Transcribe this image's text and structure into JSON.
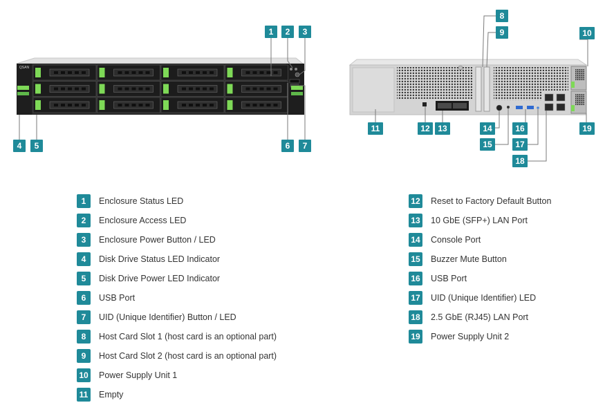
{
  "colors": {
    "badge": "#1f8a99",
    "chassis": "#2b2b2b",
    "drive_led": "#7ed957",
    "rear_body": "#d4d4d4",
    "leader": "#7a7a7a"
  },
  "front_panel": {
    "brand_logo": "QSAN"
  },
  "callouts": [
    {
      "n": "1"
    },
    {
      "n": "2"
    },
    {
      "n": "3"
    },
    {
      "n": "4"
    },
    {
      "n": "5"
    },
    {
      "n": "6"
    },
    {
      "n": "7"
    },
    {
      "n": "8"
    },
    {
      "n": "9"
    },
    {
      "n": "10"
    },
    {
      "n": "11"
    },
    {
      "n": "12"
    },
    {
      "n": "13"
    },
    {
      "n": "14"
    },
    {
      "n": "15"
    },
    {
      "n": "16"
    },
    {
      "n": "17"
    },
    {
      "n": "18"
    },
    {
      "n": "19"
    }
  ],
  "legend": {
    "left": [
      {
        "n": "1",
        "label": "Enclosure Status LED"
      },
      {
        "n": "2",
        "label": "Enclosure Access LED"
      },
      {
        "n": "3",
        "label": "Enclosure Power Button / LED"
      },
      {
        "n": "4",
        "label": "Disk Drive Status LED Indicator"
      },
      {
        "n": "5",
        "label": "Disk Drive Power LED Indicator"
      },
      {
        "n": "6",
        "label": "USB Port"
      },
      {
        "n": "7",
        "label": "UID (Unique Identifier) Button / LED"
      },
      {
        "n": "8",
        "label": "Host Card Slot 1 (host card is an optional part)"
      },
      {
        "n": "9",
        "label": "Host Card Slot 2 (host card is an optional part)"
      },
      {
        "n": "10",
        "label": "Power Supply Unit 1"
      },
      {
        "n": "11",
        "label": "Empty"
      }
    ],
    "right": [
      {
        "n": "12",
        "label": "Reset to Factory Default Button"
      },
      {
        "n": "13",
        "label": "10 GbE (SFP+) LAN Port"
      },
      {
        "n": "14",
        "label": "Console Port"
      },
      {
        "n": "15",
        "label": "Buzzer Mute Button"
      },
      {
        "n": "16",
        "label": "USB Port"
      },
      {
        "n": "17",
        "label": "UID (Unique Identifier) LED"
      },
      {
        "n": "18",
        "label": "2.5 GbE (RJ45) LAN Port"
      },
      {
        "n": "19",
        "label": "Power Supply Unit 2"
      }
    ]
  }
}
